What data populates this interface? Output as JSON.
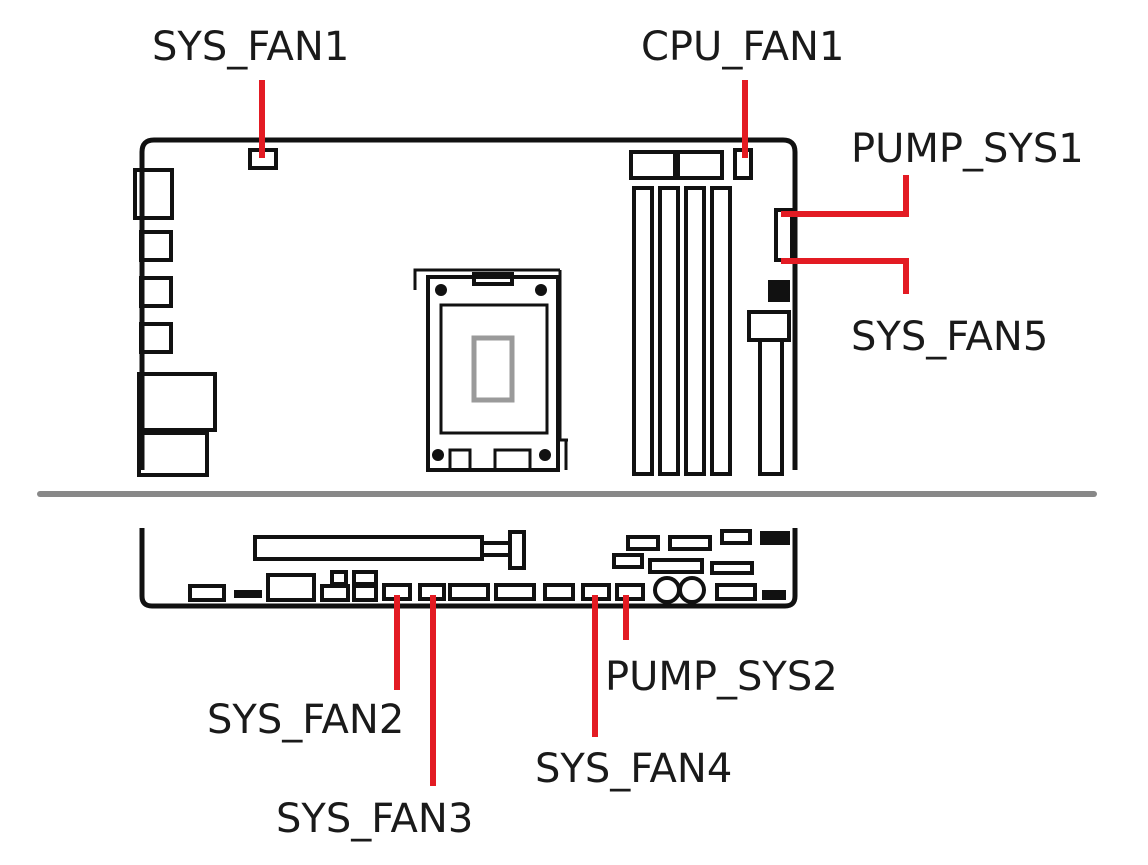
{
  "colors": {
    "leader": "#e31b23",
    "outline": "#111111",
    "divider": "#888888",
    "socket_inner": "#9a9a9a"
  },
  "headers": {
    "sys_fan1": "SYS_FAN1",
    "cpu_fan1": "CPU_FAN1",
    "pump_sys1": "PUMP_SYS1",
    "sys_fan5": "SYS_FAN5",
    "pump_sys2": "PUMP_SYS2",
    "sys_fan2": "SYS_FAN2",
    "sys_fan4": "SYS_FAN4",
    "sys_fan3": "SYS_FAN3"
  }
}
